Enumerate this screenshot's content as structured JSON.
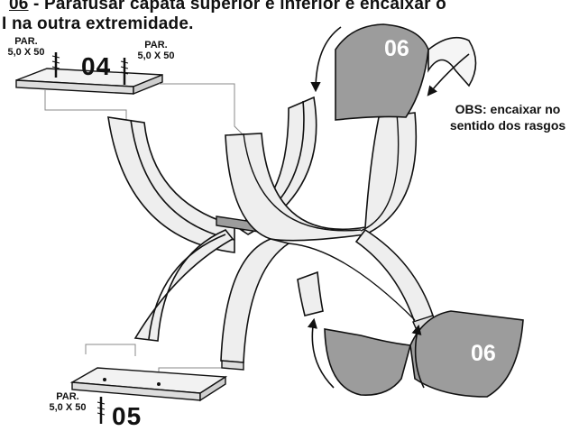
{
  "header": {
    "step_number": "06",
    "line1": "- Parafusar capata superior e inferior e encaixar o",
    "line2": "I na  outra extremidade."
  },
  "labels": {
    "par_left_top": [
      "PAR.",
      "5,0 X 50"
    ],
    "par_right_top": [
      "PAR.",
      "5,0 X 50"
    ],
    "par_bottom": [
      "PAR.",
      "5,0 X 50"
    ],
    "part_04": "04",
    "part_05": "05",
    "part_06_top": "06",
    "part_06_bottom": "06",
    "obs": [
      "OBS: encaixar no",
      "sentido dos rasgos"
    ]
  },
  "colors": {
    "panel_light": "#eeeeee",
    "panel_gray": "#9c9c9c",
    "outline": "#111111",
    "board": "#f2f2f2"
  }
}
